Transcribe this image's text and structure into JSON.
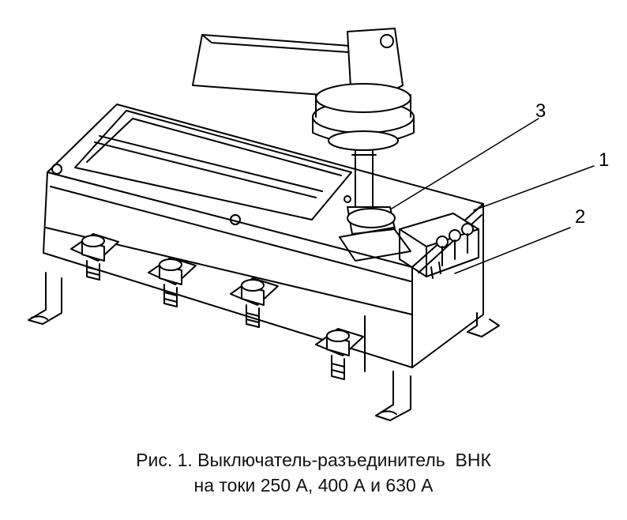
{
  "caption": {
    "line1": "Рис. 1. Выключатель-разъединитель  ВНК",
    "line2": "на токи 250 А, 400 А и 630 А"
  },
  "callouts": {
    "c1": "1",
    "c2": "2",
    "c3": "3"
  },
  "colors": {
    "line": "#000000",
    "background": "#ffffff"
  }
}
